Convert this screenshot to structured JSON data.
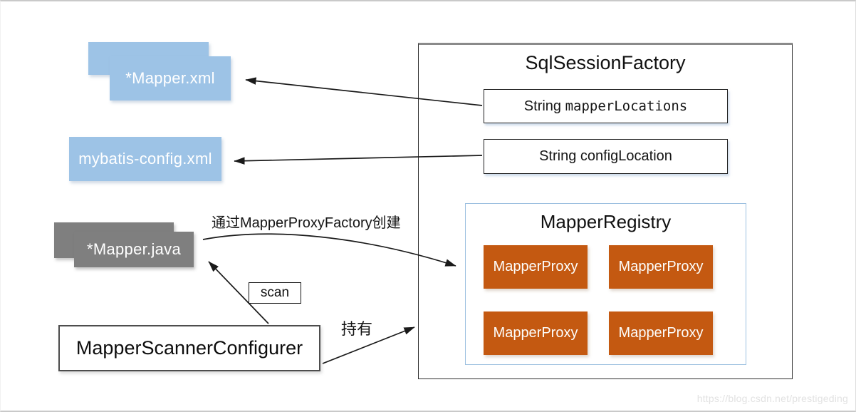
{
  "diagram": {
    "nodes": {
      "mapper_xml": {
        "label": "*Mapper.xml"
      },
      "mybatis_config": {
        "label": "mybatis-config.xml"
      },
      "mapper_java": {
        "label": "*Mapper.java"
      },
      "mapper_scanner": {
        "label": "MapperScannerConfigurer"
      },
      "sql_session_factory": {
        "title": "SqlSessionFactory"
      },
      "fields": [
        {
          "type": "String ",
          "name": "mapperLocations"
        },
        {
          "type": "String ",
          "name": "configLocation"
        }
      ],
      "mapper_registry": {
        "title": "MapperRegistry",
        "proxies": [
          "MapperProxy",
          "MapperProxy",
          "MapperProxy",
          "MapperProxy"
        ]
      }
    },
    "labels": {
      "create_via": "通过MapperProxyFactory创建",
      "scan": "scan",
      "hold": "持有"
    },
    "watermark": "https://blog.csdn.net/prestigeding"
  },
  "colors": {
    "node_blue": "#9dc3e6",
    "node_gray": "#7f7f7f",
    "proxy_orange": "#c45911",
    "registry_border": "#9cc0e0",
    "arrow": "#1a1a1a"
  }
}
